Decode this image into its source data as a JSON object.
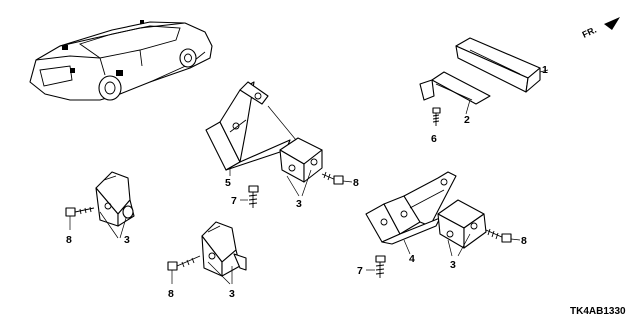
{
  "diagram": {
    "callouts": {
      "c1": "1",
      "c2": "2",
      "c6": "6",
      "c5": "5",
      "c7a": "7",
      "c3a": "3",
      "c8a": "8",
      "c8b": "8",
      "c3b": "3",
      "c8c": "8",
      "c3c": "3",
      "c4": "4",
      "c7b": "7",
      "c3d": "3",
      "c8d": "8"
    },
    "direction_label": "FR.",
    "diagram_code": "TK4AB1330"
  }
}
